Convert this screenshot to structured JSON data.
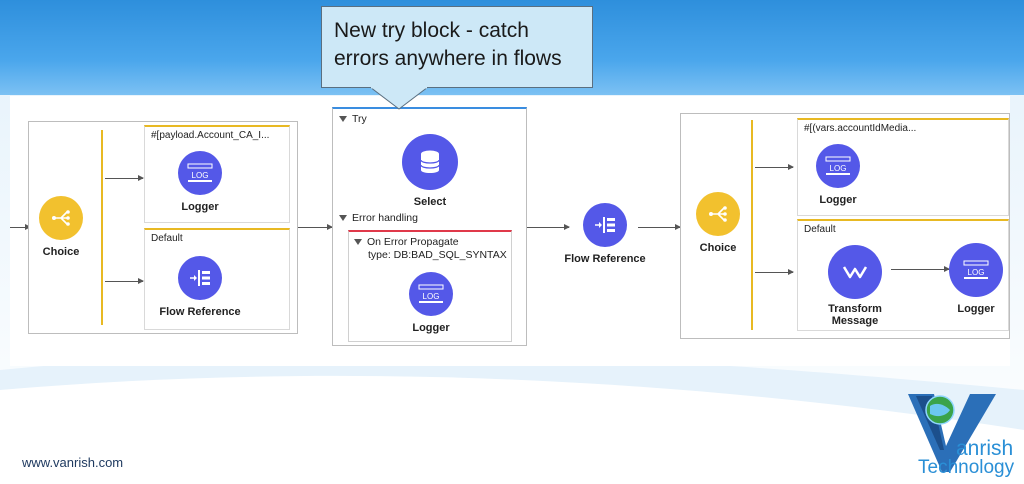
{
  "callout": {
    "line1": "New try block - catch",
    "line2": "errors anywhere in flows"
  },
  "left_choice": {
    "label": "Choice",
    "routes": [
      {
        "condition": "#[payload.Account_CA_I...",
        "node_label": "Logger",
        "icon_text": "LOG"
      },
      {
        "condition": "Default",
        "node_label": "Flow Reference"
      }
    ]
  },
  "try_scope": {
    "title": "Try",
    "select_label": "Select",
    "error_handling_title": "Error handling",
    "on_error": {
      "title": "On Error Propagate",
      "type": "type: DB:BAD_SQL_SYNTAX",
      "node_label": "Logger",
      "icon_text": "LOG"
    }
  },
  "middle_flow_reference": {
    "label": "Flow Reference"
  },
  "right_choice": {
    "label": "Choice",
    "routes": [
      {
        "condition": "#[(vars.accountIdMedia...",
        "node_label": "Logger",
        "icon_text": "LOG"
      },
      {
        "condition": "Default",
        "nodes": [
          {
            "label_line1": "Transform",
            "label_line2": "Message"
          },
          {
            "label_line1": "Logger",
            "icon_text": "LOG"
          }
        ]
      }
    ]
  },
  "footer": {
    "website": "www.vanrish.com",
    "logo_line1": "anrish",
    "logo_line2": "Technology"
  },
  "colors": {
    "processor_blue": "#5458e8",
    "choice_yellow": "#f2c12e",
    "error_red": "#e0394a",
    "callout_fill": "#cde8f7"
  }
}
